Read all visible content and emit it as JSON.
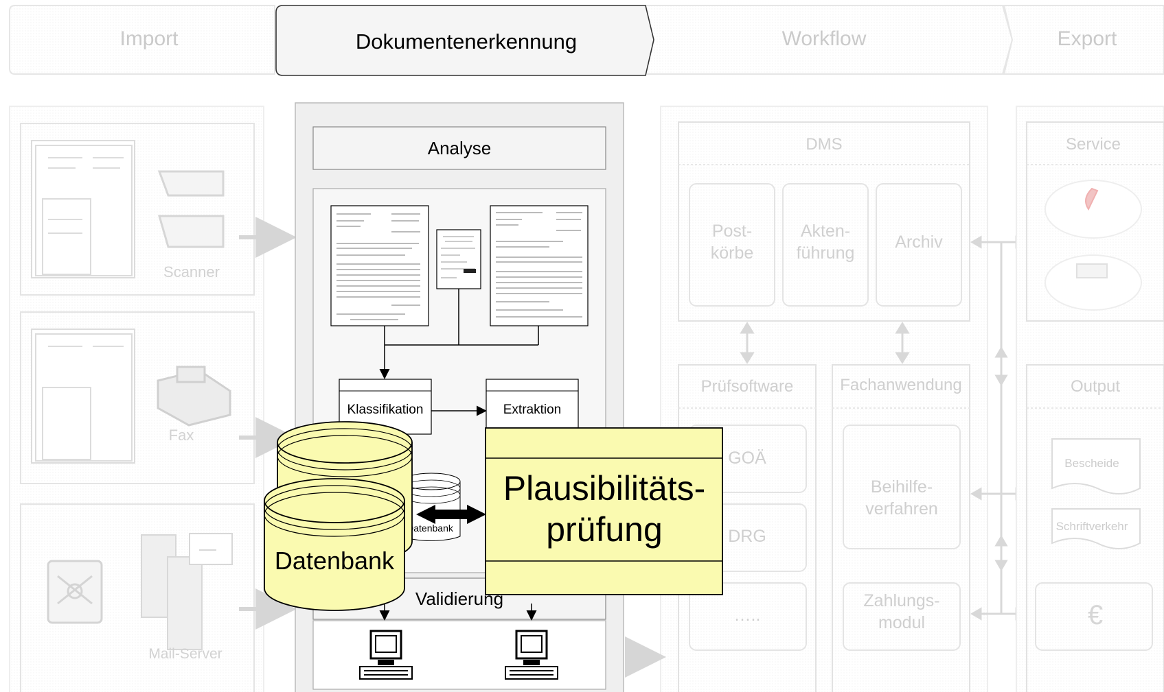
{
  "steps": [
    {
      "label": "Import",
      "active": false
    },
    {
      "label": "Dokumentenerkennung",
      "active": true
    },
    {
      "label": "Workflow",
      "active": false
    },
    {
      "label": "Export",
      "active": false
    }
  ],
  "import": {
    "scanner_label": "Scanner",
    "fax_label": "Fax",
    "mail_label": "Mail-Server"
  },
  "recognition": {
    "analyse_label": "Analyse",
    "klassifikation_label": "Klassifikation",
    "extraktion_label": "Extraktion",
    "small_db_label": "Datenbank",
    "validierung_label": "Validierung",
    "datenbank_label": "Datenbank",
    "plausi_line1": "Plausibilitäts-",
    "plausi_line2": "prüfung"
  },
  "workflow": {
    "dms_label": "DMS",
    "postkoerbe_line1": "Post-",
    "postkoerbe_line2": "körbe",
    "akten_line1": "Akten-",
    "akten_line2": "führung",
    "archiv_label": "Archiv",
    "pruefsoftware_label": "Prüfsoftware",
    "goae_label": "GOÄ",
    "drg_label": "DRG",
    "ellipsis_label": "…..",
    "fachanwendung_label": "Fachanwendung",
    "beihilfe_line1": "Beihilfe-",
    "beihilfe_line2": "verfahren",
    "zahlung_line1": "Zahlungs-",
    "zahlung_line2": "modul"
  },
  "export": {
    "service_label": "Service",
    "output_label": "Output",
    "bescheide_label": "Bescheide",
    "schriftverkehr_label": "Schriftverkehr",
    "euro_symbol": "€"
  },
  "colors": {
    "cylinder_fill": "#fafab0",
    "plausi_fill": "#fafab0",
    "faded_stroke": "#e2e2e2",
    "faded_text": "#c8c8c8",
    "panel_bg": "#efefef"
  }
}
